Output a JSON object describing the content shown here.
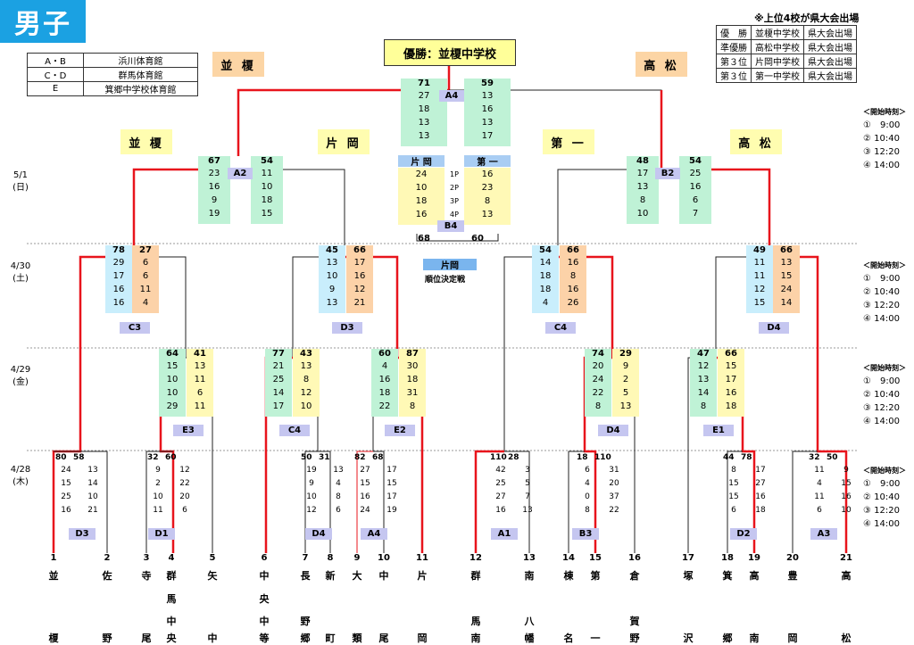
{
  "banner": "男子",
  "venues": [
    [
      "A・B",
      "浜川体育館"
    ],
    [
      "C・D",
      "群馬体育館"
    ],
    [
      "E",
      "箕郷中学校体育館"
    ]
  ],
  "results": {
    "title": "※上位4校が県大会出場",
    "rows": [
      [
        "優　勝",
        "並榎中学校",
        "県大会出場"
      ],
      [
        "準優勝",
        "高松中学校",
        "県大会出場"
      ],
      [
        "第３位",
        "片岡中学校",
        "県大会出場"
      ],
      [
        "第３位",
        "第一中学校",
        "県大会出場"
      ]
    ]
  },
  "champion": "優勝：並榎中学校",
  "top_labels": {
    "left": "並 榎",
    "right": "高 松"
  },
  "mid_labels": [
    "並 榎",
    "片 岡",
    "第 一",
    "高 松"
  ],
  "dates": [
    "5/1\n(日)",
    "4/30\n(土)",
    "4/29\n(金)",
    "4/28\n(木)"
  ],
  "timetable": {
    "header": "＜開始時刻＞",
    "rows": [
      "①　9:00",
      "② 10:40",
      "③ 12:20",
      "④ 14:00"
    ]
  },
  "finals": {
    "A4": {
      "left": [
        "71",
        "27",
        "18",
        "13",
        "13"
      ],
      "right": [
        "59",
        "13",
        "16",
        "13",
        "17"
      ],
      "badge": "A4"
    },
    "B4": {
      "left_head": "片 岡",
      "right_head": "第 一",
      "left": [
        "24",
        "10",
        "18",
        "16"
      ],
      "right": [
        "16",
        "23",
        "8",
        "13"
      ],
      "periods": [
        "1P",
        "2P",
        "3P",
        "4P"
      ],
      "totals": [
        "68",
        "60"
      ],
      "badge": "B4"
    },
    "place": "片岡",
    "place_sub": "順位決定戦"
  },
  "semis": [
    {
      "badge": "A2",
      "left": [
        "67",
        "23",
        "16",
        "9",
        "19"
      ],
      "right": [
        "54",
        "11",
        "10",
        "18",
        "15"
      ]
    },
    {
      "badge": "B2",
      "left": [
        "48",
        "17",
        "13",
        "8",
        "10"
      ],
      "right": [
        "54",
        "25",
        "16",
        "6",
        "7"
      ]
    }
  ],
  "quarters": [
    {
      "badge": "C3",
      "left": [
        "78",
        "29",
        "17",
        "16",
        "16"
      ],
      "right": [
        "27",
        "6",
        "6",
        "11",
        "4"
      ]
    },
    {
      "badge": "D3",
      "left": [
        "45",
        "13",
        "10",
        "9",
        "13"
      ],
      "right": [
        "66",
        "17",
        "16",
        "12",
        "21"
      ]
    },
    {
      "badge": "C4",
      "left": [
        "54",
        "14",
        "18",
        "18",
        "4"
      ],
      "right": [
        "66",
        "16",
        "8",
        "16",
        "26"
      ]
    },
    {
      "badge": "D4",
      "left": [
        "49",
        "11",
        "11",
        "12",
        "15"
      ],
      "right": [
        "66",
        "13",
        "15",
        "24",
        "14"
      ]
    }
  ],
  "second": [
    {
      "badge": "E3",
      "left": [
        "64",
        "15",
        "10",
        "10",
        "29"
      ],
      "right": [
        "41",
        "13",
        "11",
        "6",
        "11"
      ]
    },
    {
      "badge": "C4",
      "left": [
        "77",
        "21",
        "25",
        "14",
        "17"
      ],
      "right": [
        "43",
        "13",
        "8",
        "12",
        "10"
      ]
    },
    {
      "badge": "E2",
      "left": [
        "60",
        "4",
        "16",
        "18",
        "22"
      ],
      "right": [
        "87",
        "30",
        "18",
        "31",
        "8"
      ]
    },
    {
      "badge": "D4",
      "left": [
        "74",
        "20",
        "24",
        "22",
        "8"
      ],
      "right": [
        "29",
        "9",
        "2",
        "5",
        "13"
      ]
    },
    {
      "badge": "E1",
      "left": [
        "47",
        "12",
        "13",
        "14",
        "8"
      ],
      "right": [
        "66",
        "15",
        "17",
        "16",
        "18"
      ]
    }
  ],
  "first": [
    {
      "badge": "D3",
      "tl": "80",
      "tr": "58",
      "left": [
        "24",
        "15",
        "25",
        "16"
      ],
      "right": [
        "13",
        "14",
        "10",
        "21"
      ]
    },
    {
      "badge": "D1",
      "tl": "32",
      "tr": "60",
      "left": [
        "9",
        "2",
        "10",
        "11"
      ],
      "right": [
        "12",
        "22",
        "20",
        "6"
      ]
    },
    {
      "badge": "D4",
      "tl": "50",
      "tr": "31",
      "left": [
        "19",
        "9",
        "10",
        "12"
      ],
      "right": [
        "13",
        "4",
        "8",
        "6"
      ]
    },
    {
      "badge": "A4",
      "tl": "82",
      "tr": "68",
      "left": [
        "27",
        "15",
        "16",
        "24"
      ],
      "right": [
        "17",
        "15",
        "17",
        "19"
      ]
    },
    {
      "badge": "A1",
      "tl": "110",
      "tr": "28",
      "left": [
        "42",
        "25",
        "27",
        "16"
      ],
      "right": [
        "3",
        "5",
        "7",
        "13"
      ]
    },
    {
      "badge": "B3",
      "tl": "18",
      "tr": "110",
      "left": [
        "6",
        "4",
        "0",
        "8"
      ],
      "right": [
        "31",
        "20",
        "37",
        "22"
      ]
    },
    {
      "badge": "D2",
      "tl": "44",
      "tr": "78",
      "left": [
        "8",
        "15",
        "15",
        "6"
      ],
      "right": [
        "17",
        "27",
        "16",
        "18"
      ]
    },
    {
      "badge": "A3",
      "tl": "32",
      "tr": "50",
      "left": [
        "11",
        "4",
        "11",
        "6"
      ],
      "right": [
        "9",
        "15",
        "16",
        "10"
      ]
    }
  ],
  "teams": [
    {
      "n": "1",
      "chars": [
        "並",
        "",
        "",
        "",
        "榎"
      ]
    },
    {
      "n": "2",
      "chars": [
        "佐",
        "",
        "",
        "",
        "野"
      ]
    },
    {
      "n": "3",
      "chars": [
        "寺",
        "",
        "",
        "",
        "尾"
      ]
    },
    {
      "n": "4",
      "chars": [
        "群",
        "馬",
        "中",
        "",
        "央"
      ]
    },
    {
      "n": "5",
      "chars": [
        "矢",
        "",
        "",
        "",
        "中"
      ]
    },
    {
      "n": "6",
      "chars": [
        "中",
        "央",
        "中",
        "",
        "等"
      ]
    },
    {
      "n": "7",
      "chars": [
        "長",
        "",
        "野",
        "",
        "郷"
      ]
    },
    {
      "n": "8",
      "chars": [
        "新",
        "",
        "",
        "",
        "町"
      ]
    },
    {
      "n": "9",
      "chars": [
        "大",
        "",
        "",
        "",
        "類"
      ]
    },
    {
      "n": "10",
      "chars": [
        "中",
        "",
        "",
        "",
        "尾"
      ]
    },
    {
      "n": "11",
      "chars": [
        "片",
        "",
        "",
        "",
        "岡"
      ]
    },
    {
      "n": "12",
      "chars": [
        "群",
        "",
        "馬",
        "",
        "南"
      ]
    },
    {
      "n": "13",
      "chars": [
        "南",
        "",
        "八",
        "",
        "幡"
      ]
    },
    {
      "n": "14",
      "chars": [
        "棟",
        "",
        "",
        "",
        "名"
      ]
    },
    {
      "n": "15",
      "chars": [
        "第",
        "",
        "",
        "",
        "一"
      ]
    },
    {
      "n": "16",
      "chars": [
        "倉",
        "",
        "賀",
        "",
        "野"
      ]
    },
    {
      "n": "17",
      "chars": [
        "塚",
        "",
        "",
        "",
        "沢"
      ]
    },
    {
      "n": "18",
      "chars": [
        "箕",
        "",
        "",
        "",
        "郷"
      ]
    },
    {
      "n": "19",
      "chars": [
        "高",
        "",
        "",
        "",
        "南"
      ]
    },
    {
      "n": "20",
      "chars": [
        "豊",
        "",
        "",
        "",
        "岡"
      ]
    },
    {
      "n": "21",
      "chars": [
        "高",
        "",
        "",
        "",
        "松"
      ]
    }
  ],
  "colors": {
    "win": "#e8141c",
    "line": "#222",
    "banner": "#1ba1e2"
  }
}
